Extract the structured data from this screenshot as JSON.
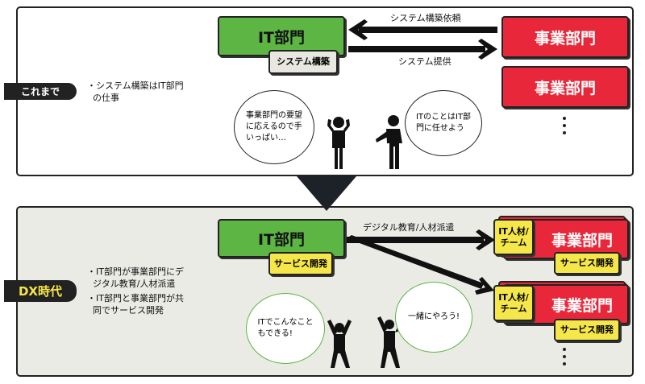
{
  "before": {
    "pill": "これまで",
    "bullets": [
      "・システム構築はIT部門",
      "の仕事"
    ],
    "it_dept": "IT部門",
    "it_tag": "システム構築",
    "arrow_request": "システム構築依頼",
    "arrow_provide": "システム提供",
    "business_depts": [
      "事業部門",
      "事業部門"
    ],
    "bubble_left": [
      "事業部門の要望",
      "に応えるので手",
      "いっぱい…"
    ],
    "bubble_right": [
      "ITのことはIT部",
      "門に任せよう"
    ]
  },
  "dx": {
    "pill": "DX時代",
    "bullets": [
      "・IT部門が事業部門にデ",
      "ジタル教育/人材派遣",
      "・IT部門と事業部門が共",
      "同でサービス開発"
    ],
    "it_dept": "IT部門",
    "it_tag": "サービス開発",
    "arrow_label": "デジタル教育/人材派遣",
    "business_groups": [
      {
        "name": "事業部門",
        "it_tag": "IT人材/チーム",
        "service_tag": "サービス開発"
      },
      {
        "name": "事業部門",
        "it_tag": "IT人材/チーム",
        "service_tag": "サービス開発"
      }
    ],
    "bubble_left": [
      "ITでこんなこと",
      "もできる!"
    ],
    "bubble_right": [
      "一緒にやろう!"
    ]
  },
  "colors": {
    "green": "#5db544",
    "red": "#e8283a",
    "yellow": "#f5e64a",
    "dark": "#222222"
  }
}
